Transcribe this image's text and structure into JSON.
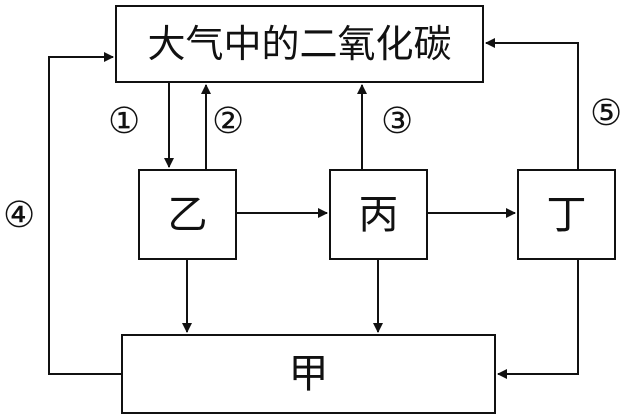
{
  "boxes": {
    "co2": "大气中的二氧化碳",
    "yi": "乙",
    "bing": "丙",
    "ding": "丁",
    "jia": "甲"
  },
  "labels": {
    "n1": "①",
    "n2": "②",
    "n3": "③",
    "n4": "④",
    "n5": "⑤"
  },
  "colors": {
    "line": "#111111",
    "background": "#ffffff"
  }
}
